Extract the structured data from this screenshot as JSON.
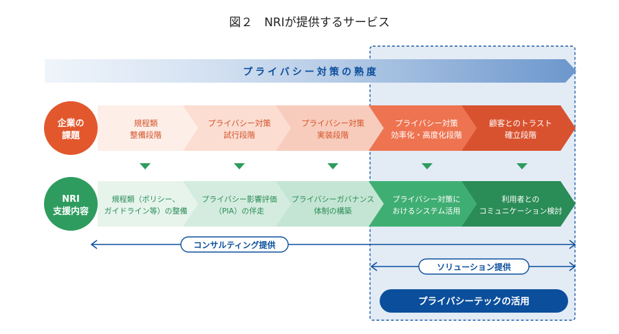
{
  "title": "図２　NRIが提供するサービス",
  "gradient_label": "プライバシー対策の熟度",
  "challenges": {
    "circle_lines": [
      "企業の",
      "課題"
    ],
    "steps": [
      {
        "lines": [
          "規程類",
          "整備段階"
        ]
      },
      {
        "lines": [
          "プライバシー対策",
          "試行段階"
        ]
      },
      {
        "lines": [
          "プライバシー対策",
          "実装段階"
        ]
      },
      {
        "lines": [
          "プライバシー対策",
          "効率化・高度化段階"
        ]
      },
      {
        "lines": [
          "顧客とのトラスト",
          "確立段階"
        ]
      }
    ]
  },
  "support": {
    "circle_lines": [
      "NRI",
      "支援内容"
    ],
    "steps": [
      {
        "lines": [
          "規程類（ポリシー、",
          "ガイドライン等）の整備"
        ]
      },
      {
        "lines": [
          "プライバシー影響評価",
          "（PIA）の伴走"
        ]
      },
      {
        "lines": [
          "プライバシーガバナンス",
          "体制の構築"
        ]
      },
      {
        "lines": [
          "プライバシー対策に",
          "おけるシステム活用"
        ]
      },
      {
        "lines": [
          "利用者との",
          "コミュニケーション検討"
        ]
      }
    ]
  },
  "ranges": {
    "consulting": "コンサルティング提供",
    "solution": "ソリューション提供"
  },
  "tech_button": "プライバシーテックの活用",
  "colors": {
    "challenge_steps": [
      "#fdeee8",
      "#fbddd2",
      "#f8ccbc",
      "#ee7350",
      "#d9522f"
    ],
    "challenge_circle": "#e2572c",
    "support_steps": [
      "#e6f4ec",
      "#d4ecdf",
      "#c4e5d3",
      "#3fae72",
      "#2a8c56"
    ],
    "support_circle": "#2e9c5e",
    "navy": "#0b4f9c",
    "panel_bg": "#e3ebf5"
  }
}
